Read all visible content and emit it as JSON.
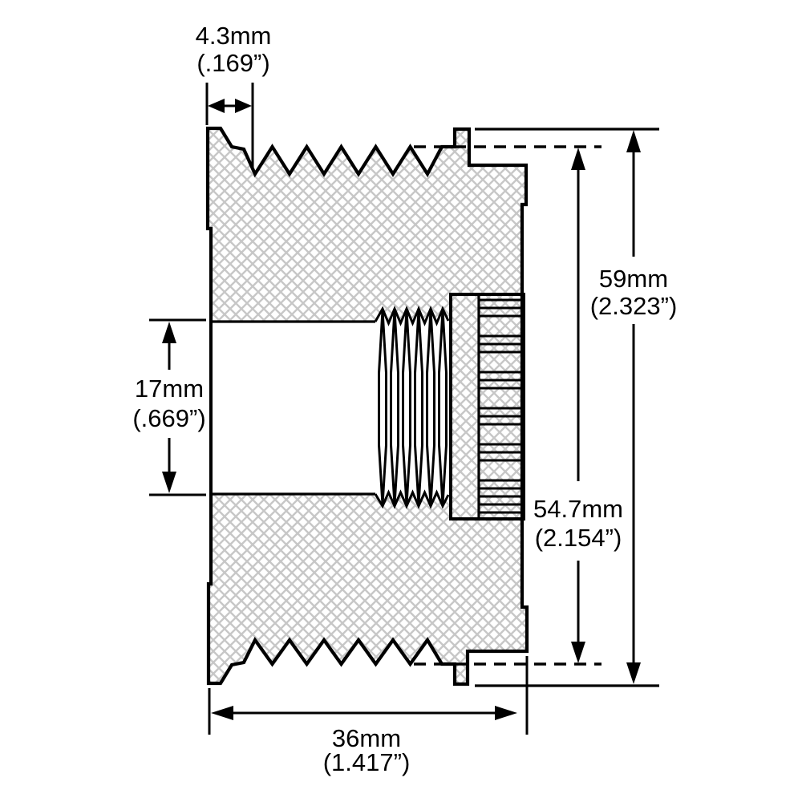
{
  "diagram": {
    "type": "technical-drawing",
    "subject": "alternator pulley cross-section",
    "colors": {
      "line": "#000000",
      "hatch": "#c7c7c7",
      "background": "#ffffff"
    },
    "dimensions": {
      "groove_pitch": {
        "mm": "4.3mm",
        "inch": "(.169”)"
      },
      "bore_diameter": {
        "mm": "17mm",
        "inch": "(.669”)"
      },
      "outer_diameter": {
        "mm": "59mm",
        "inch": "(2.323”)"
      },
      "flange_diameter": {
        "mm": "54.7mm",
        "inch": "(2.154”)"
      },
      "overall_width": {
        "mm": "36mm",
        "inch": "(1.417”)"
      }
    }
  }
}
